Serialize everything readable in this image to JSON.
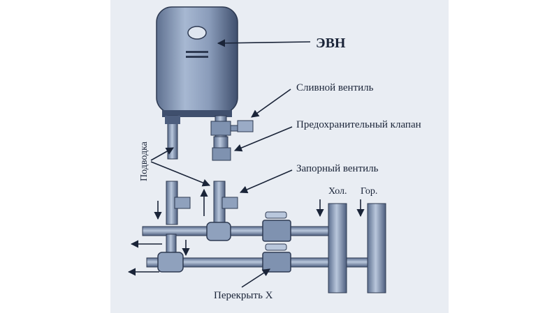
{
  "diagram": {
    "labels": {
      "heater": "ЭВН",
      "drain_valve": "Сливной вентиль",
      "safety_valve": "Предохранительный клапан",
      "shutoff_valve": "Запорный вентиль",
      "supply": "Подводка",
      "cold": "Хол.",
      "hot": "Гор.",
      "close_x": "Перекрыть Х"
    }
  }
}
